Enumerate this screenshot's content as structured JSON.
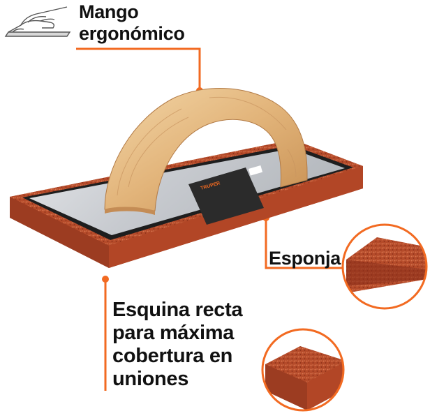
{
  "colors": {
    "accent_orange": "#f26a21",
    "sponge_red": "#b84a2c",
    "sponge_dark": "#8c2f1a",
    "wood_light": "#ecc896",
    "wood_dark": "#c98f55",
    "metal": "#cfd2d6"
  },
  "icons": {
    "hand_grip": "hand-grip-icon"
  },
  "labels": {
    "mango": [
      "Mango",
      "ergonómico"
    ],
    "esponja": "Esponja",
    "esquina": [
      "Esquina recta",
      "para máxima",
      "cobertura en",
      "uniones"
    ]
  },
  "product_label": {
    "brand": "TRUPER"
  }
}
